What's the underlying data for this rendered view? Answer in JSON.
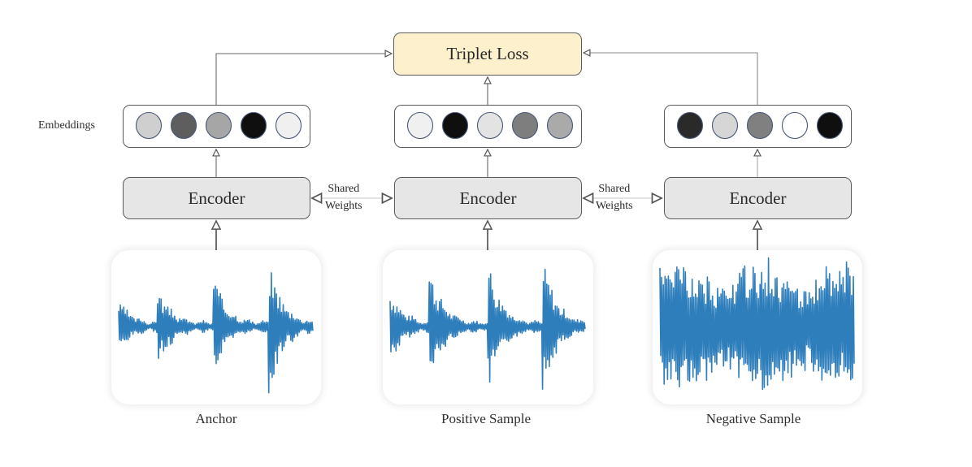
{
  "title": "Triplet Loss",
  "embeddings_label": "Embeddings",
  "encoder_label": "Encoder",
  "shared_weights": [
    "Shared",
    "Weights"
  ],
  "colors": {
    "loss_fill": "#fdf0cd",
    "encoder_fill": "#e6e6e6",
    "waveform": "#2f7ebc",
    "circle_stroke": "#4a5a78"
  },
  "branches": [
    {
      "name": "anchor",
      "caption": "Anchor",
      "embedding_shades": [
        "#cfcfcf",
        "#5e5e5e",
        "#a6a6a6",
        "#0f0f0f",
        "#f0f0f0"
      ],
      "waveform_type": "speech"
    },
    {
      "name": "positive",
      "caption": "Positive Sample",
      "embedding_shades": [
        "#f0f0f0",
        "#0f0f0f",
        "#e3e3e3",
        "#7e7e7e",
        "#aaaaaa"
      ],
      "waveform_type": "speech"
    },
    {
      "name": "negative",
      "caption": "Negative Sample",
      "embedding_shades": [
        "#2a2a2a",
        "#d6d6d6",
        "#808080",
        "#ffffff",
        "#0f0f0f"
      ],
      "waveform_type": "noise"
    }
  ]
}
